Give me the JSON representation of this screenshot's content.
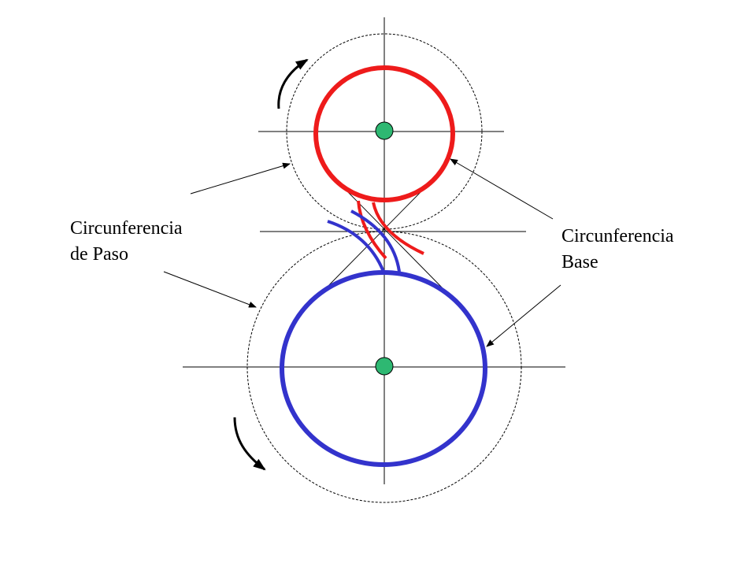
{
  "colors": {
    "driver_gear": "#ee1b1b",
    "driven_gear": "#3333cc",
    "gear_center": "#2eb872",
    "lines": "#000000"
  },
  "labels": {
    "pitch_circle": {
      "line1": "Circunferencia",
      "line2": "de Paso"
    },
    "base_circle": {
      "line1": "Circunferencia",
      "line2": "Base"
    }
  },
  "icons": {
    "rotation_top": "curved-arrow-clockwise-icon",
    "rotation_bottom": "curved-arrow-counterclockwise-icon"
  }
}
